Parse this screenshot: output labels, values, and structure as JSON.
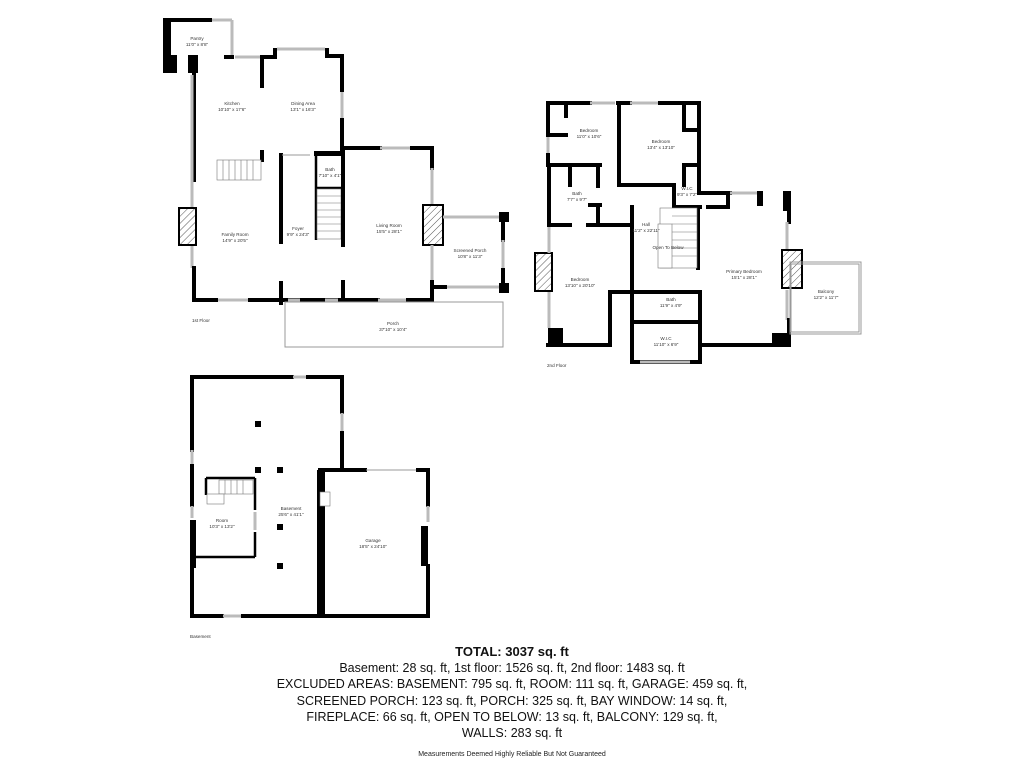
{
  "floor_1": {
    "caption": "1st Floor",
    "rooms": [
      {
        "name": "Pantry",
        "dims": "11'0\" x 8'8\""
      },
      {
        "name": "Kitchen",
        "dims": "10'10\" x 17'6\""
      },
      {
        "name": "Dining Area",
        "dims": "13'1\" x 16'3\""
      },
      {
        "name": "Bath",
        "dims": "7'10\" x 4'1\""
      },
      {
        "name": "Foyer",
        "dims": "9'9\" x 24'3\""
      },
      {
        "name": "Family Room",
        "dims": "14'9\" x 20'5\""
      },
      {
        "name": "Living Room",
        "dims": "15'5\" x 28'1\""
      },
      {
        "name": "Screened Porch",
        "dims": "10'8\" x 11'3\""
      },
      {
        "name": "Porch",
        "dims": "37'10\" x 10'4\""
      }
    ]
  },
  "floor_2": {
    "caption": "2nd Floor",
    "rooms": [
      {
        "name": "Bedroom",
        "dims": "11'0\" x 10'6\""
      },
      {
        "name": "Bedroom",
        "dims": "13'4\" x 13'10\""
      },
      {
        "name": "W.I.C",
        "dims": "9'3\" x 7'2\""
      },
      {
        "name": "Bath",
        "dims": "7'7\" x 9'7\""
      },
      {
        "name": "Hall",
        "dims": "11'2\" x 22'11\""
      },
      {
        "name": "Open To Below",
        "dims": ""
      },
      {
        "name": "Primary Bedroom",
        "dims": "15'1\" x 28'1\""
      },
      {
        "name": "Bedroom",
        "dims": "13'10\" x 20'10\""
      },
      {
        "name": "Bath",
        "dims": "11'9\" x 4'9\""
      },
      {
        "name": "Balcony",
        "dims": "12'2\" x 11'7\""
      },
      {
        "name": "W.I.C",
        "dims": "11'10\" x 6'9\""
      }
    ]
  },
  "basement": {
    "caption": "Basement",
    "rooms": [
      {
        "name": "Room",
        "dims": "10'3\" x 13'2\""
      },
      {
        "name": "Basement",
        "dims": "25'6\" x 41'1\""
      },
      {
        "name": "Garage",
        "dims": "18'5\" x 24'10\""
      }
    ]
  },
  "summary": {
    "total": "TOTAL: 3037 sq. ft",
    "lines": [
      "Basement: 28 sq. ft, 1st floor: 1526 sq. ft, 2nd floor: 1483 sq. ft",
      "EXCLUDED AREAS: BASEMENT: 795 sq. ft, ROOM: 111 sq. ft, GARAGE: 459 sq. ft,",
      "SCREENED PORCH: 123 sq. ft, PORCH: 325 sq. ft, BAY WINDOW: 14 sq. ft,",
      "FIREPLACE: 66 sq. ft, OPEN TO BELOW: 13 sq. ft, BALCONY: 129 sq. ft,",
      "WALLS: 283 sq. ft"
    ],
    "disclaimer": "Measurements Deemed Highly Reliable But Not Guaranteed"
  }
}
